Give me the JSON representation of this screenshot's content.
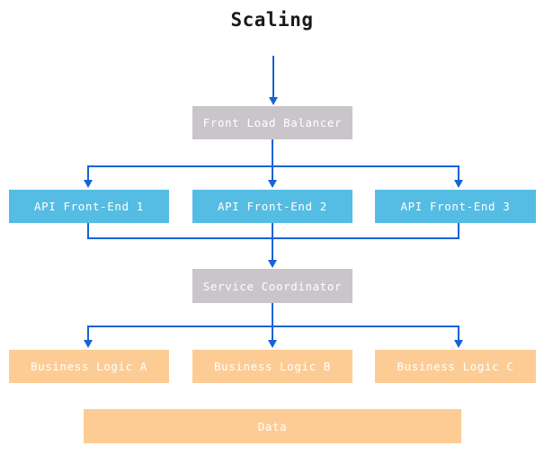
{
  "diagram": {
    "title": "Scaling",
    "type": "flow-diagram",
    "colors": {
      "coordinator": "#c9c5cb",
      "frontend": "#55bce3",
      "logic": "#fdcc95",
      "connector": "#1763d6",
      "label_text": "#ffffff",
      "title_text": "#1a1a1a",
      "background": "#ffffff"
    },
    "tiers": [
      {
        "name": "load-balancer",
        "style": "gray",
        "nodes": [
          {
            "id": "front-load-balancer",
            "label": "Front Load Balancer"
          }
        ]
      },
      {
        "name": "api-front-ends",
        "style": "blue",
        "nodes": [
          {
            "id": "api-front-end-1",
            "label": "API Front-End 1"
          },
          {
            "id": "api-front-end-2",
            "label": "API Front-End 2"
          },
          {
            "id": "api-front-end-3",
            "label": "API Front-End 3"
          }
        ]
      },
      {
        "name": "service-coordinator",
        "style": "gray",
        "nodes": [
          {
            "id": "service-coordinator",
            "label": "Service Coordinator"
          }
        ]
      },
      {
        "name": "business-logic",
        "style": "orange",
        "nodes": [
          {
            "id": "business-logic-a",
            "label": "Business Logic A"
          },
          {
            "id": "business-logic-b",
            "label": "Business Logic B"
          },
          {
            "id": "business-logic-c",
            "label": "Business Logic C"
          }
        ]
      },
      {
        "name": "data",
        "style": "orange",
        "nodes": [
          {
            "id": "data",
            "label": "Data"
          }
        ]
      }
    ],
    "edges": [
      {
        "id": "ingress-to-load-balancer",
        "from": "external-ingress",
        "to": "front-load-balancer"
      },
      {
        "id": "load-balancer-to-api-1",
        "from": "front-load-balancer",
        "to": "api-front-end-1"
      },
      {
        "id": "load-balancer-to-api-2",
        "from": "front-load-balancer",
        "to": "api-front-end-2"
      },
      {
        "id": "load-balancer-to-api-3",
        "from": "front-load-balancer",
        "to": "api-front-end-3"
      },
      {
        "id": "api-1-to-coordinator",
        "from": "api-front-end-1",
        "to": "service-coordinator"
      },
      {
        "id": "api-2-to-coordinator",
        "from": "api-front-end-2",
        "to": "service-coordinator"
      },
      {
        "id": "api-3-to-coordinator",
        "from": "api-front-end-3",
        "to": "service-coordinator"
      },
      {
        "id": "coordinator-to-logic-a",
        "from": "service-coordinator",
        "to": "business-logic-a"
      },
      {
        "id": "coordinator-to-logic-b",
        "from": "service-coordinator",
        "to": "business-logic-b"
      },
      {
        "id": "coordinator-to-logic-c",
        "from": "service-coordinator",
        "to": "business-logic-c"
      }
    ]
  }
}
